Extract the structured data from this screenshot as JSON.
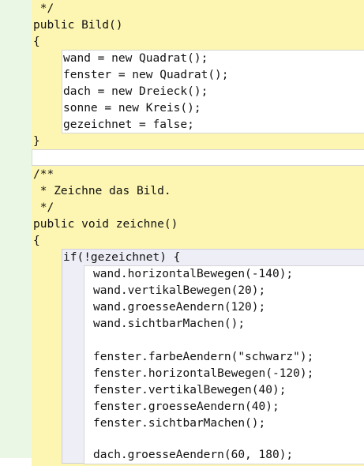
{
  "editor": {
    "constructor": {
      "comment_end": " */",
      "signature": "public Bild()",
      "open_brace": "{",
      "close_brace": "}",
      "body": [
        "wand = new Quadrat();",
        "fenster = new Quadrat();",
        "dach = new Dreieck();",
        "sonne = new Kreis();",
        "gezeichnet = false;"
      ]
    },
    "method": {
      "comment": [
        "/**",
        " * Zeichne das Bild.",
        " */"
      ],
      "signature": "public void zeichne()",
      "open_brace": "{",
      "if_line": "if(!gezeichnet) {",
      "body": [
        "wand.horizontalBewegen(-140);",
        "wand.vertikalBewegen(20);",
        "wand.groesseAendern(120);",
        "wand.sichtbarMachen();",
        "",
        "fenster.farbeAendern(\"schwarz\");",
        "fenster.horizontalBewegen(-120);",
        "fenster.vertikalBewegen(40);",
        "fenster.groesseAendern(40);",
        "fenster.sichtbarMachen();",
        "",
        "dach.groesseAendern(60, 180);"
      ]
    }
  }
}
